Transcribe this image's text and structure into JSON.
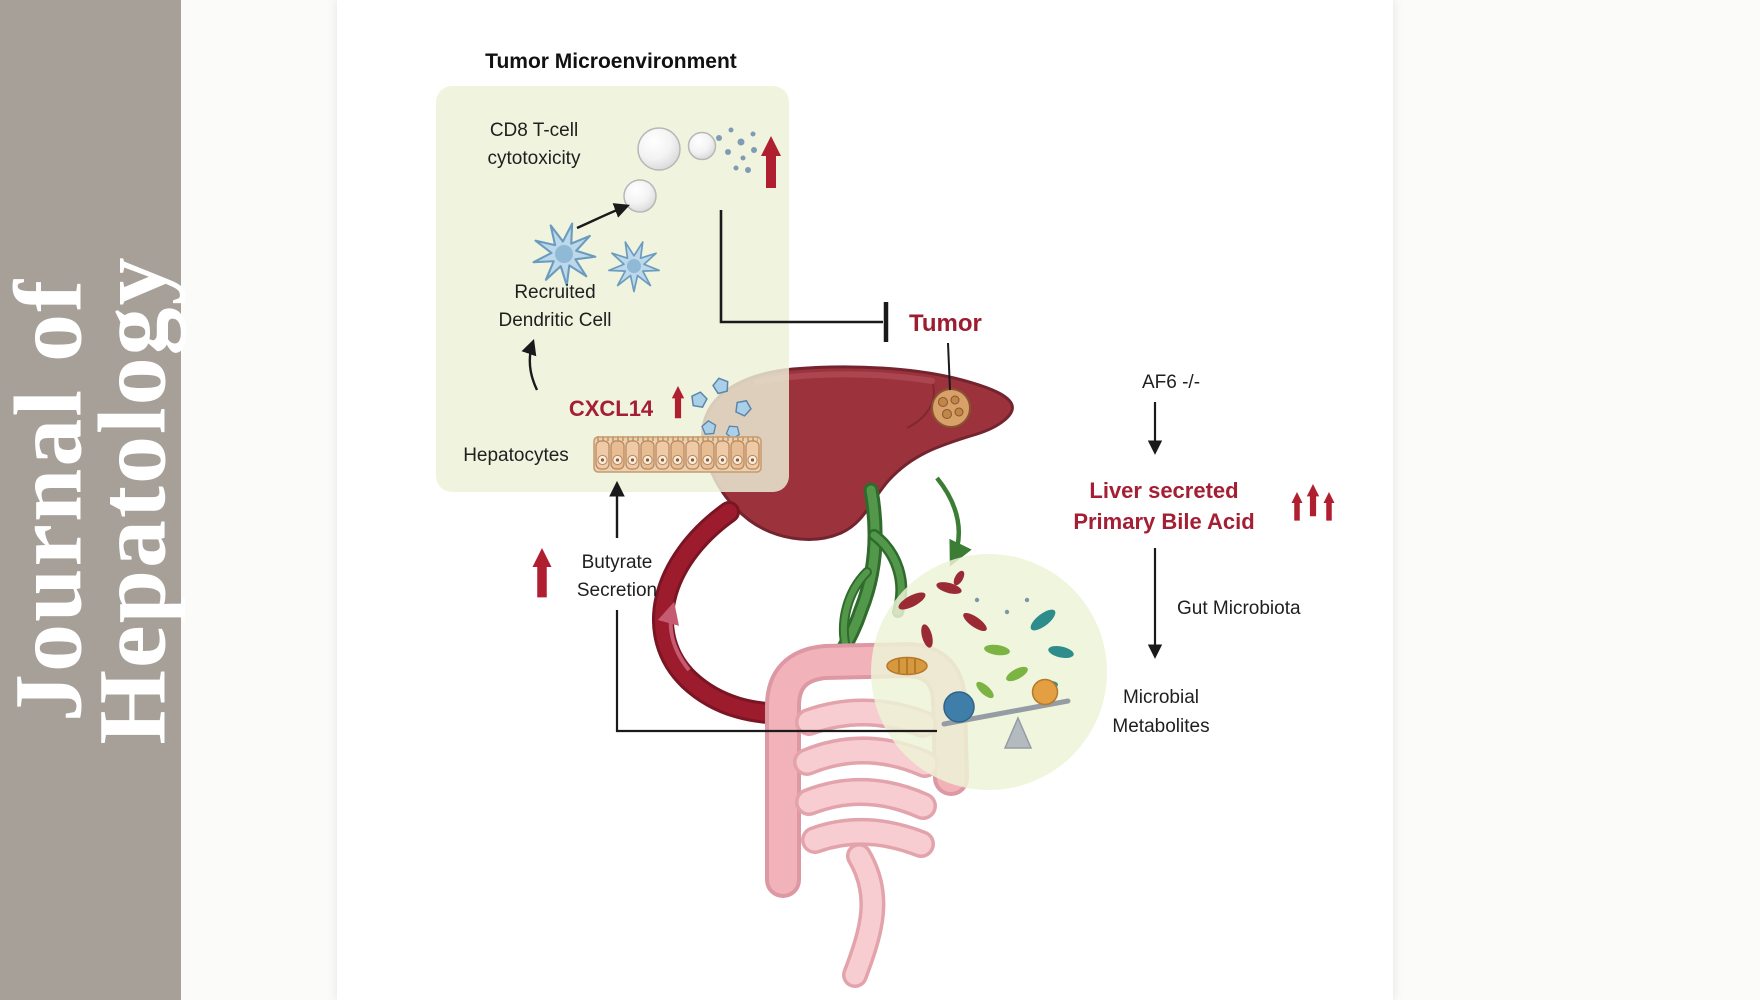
{
  "journal": {
    "line1": "Journal of",
    "line2": "Hepatology"
  },
  "diagram": {
    "title": "Tumor Microenvironment",
    "cd8": {
      "line1": "CD8 T-cell",
      "line2": "cytotoxicity"
    },
    "dendritic": {
      "line1": "Recruited",
      "line2": "Dendritic Cell"
    },
    "cxcl14": "CXCL14",
    "hepatocytes": "Hepatocytes",
    "tumor": "Tumor",
    "butyrate": {
      "line1": "Butyrate",
      "line2": "Secretion"
    },
    "af6": "AF6 -/-",
    "bile": {
      "line1": "Liver secreted",
      "line2": "Primary Bile Acid"
    },
    "gut_microbiota": "Gut Microbiota",
    "metabolites": {
      "line1": "Microbial",
      "line2": "Metabolites"
    }
  },
  "colors": {
    "band": "#a6a098",
    "accent_red_arrow": "#b01f30",
    "dark_red_text": "#a41e34",
    "tme_box": "#edf2d8",
    "liver": "#9c333c",
    "portal_vein_green": "#47923f",
    "hepatic_vessel_red": "#9c1b2d",
    "intestine_pink": "#f2b2ba",
    "microbiome_circle": "#edf3d6",
    "bacteria_teal": "#2f8c8c",
    "bacteria_green": "#7cb443",
    "bacteria_maroon": "#9a2a34",
    "metabolite_orange": "#e39f42",
    "metabolite_blue": "#3e7ea8"
  }
}
